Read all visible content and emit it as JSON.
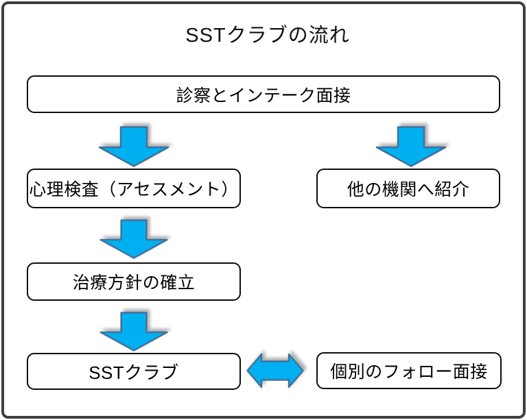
{
  "title": "SSTクラブの流れ",
  "colors": {
    "arrow_fill": "#00B0F0",
    "arrow_stroke": "#41719C",
    "box_border": "#0D0D0D",
    "frame_border": "#3F3F3F",
    "background": "#FFFFFF",
    "text": "#000000"
  },
  "nodes": [
    {
      "id": "intake",
      "label": "診察とインテーク面接"
    },
    {
      "id": "assessment",
      "label": "心理検査（アセスメント）"
    },
    {
      "id": "referral",
      "label": "他の機関へ紹介"
    },
    {
      "id": "policy",
      "label": "治療方針の確立"
    },
    {
      "id": "sst",
      "label": "SSTクラブ"
    },
    {
      "id": "followup",
      "label": "個別のフォロー面接"
    }
  ],
  "connectors": [
    {
      "from": "intake",
      "to": "assessment",
      "type": "down-arrow"
    },
    {
      "from": "intake",
      "to": "referral",
      "type": "down-arrow"
    },
    {
      "from": "assessment",
      "to": "policy",
      "type": "down-arrow"
    },
    {
      "from": "policy",
      "to": "sst",
      "type": "down-arrow"
    },
    {
      "from": "sst",
      "to": "followup",
      "type": "double-headed-arrow"
    }
  ]
}
